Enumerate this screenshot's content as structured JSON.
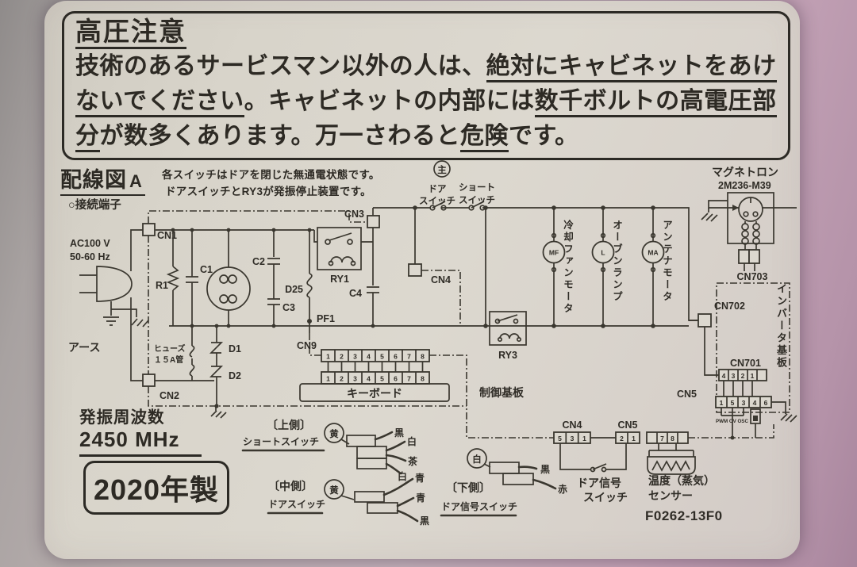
{
  "warning": {
    "title": "高圧注意",
    "l1a": "技術のあるサービスマン以外の人は、",
    "l1b": "絶対にキャビネットをあけ",
    "l2a": "ないでください",
    "l2b": "。キャビネットの内部には",
    "l2c": "数千ボルトの高電圧部",
    "l3a": "分",
    "l3b": "が数多くあります。万一さわると",
    "l3c": "危険",
    "l3d": "です。"
  },
  "header": {
    "title": "配線図",
    "title_suffix": "A",
    "note1": "各スイッチはドアを閉じた無通電状態です。",
    "note2": "ドアスイッチとRY3が発振停止装置です。",
    "legend": "○接続端子"
  },
  "left": {
    "ac1": "AC100 V",
    "ac2": "50-60 Hz",
    "earth": "アース",
    "cn1": "CN1",
    "cn2": "CN2",
    "r1": "R1",
    "c1": "C1",
    "c2": "C2",
    "c3": "C3",
    "d25": "D25",
    "d1": "D1",
    "d2": "D2",
    "fuse1": "ヒューズ",
    "fuse2": "１５А管"
  },
  "mid": {
    "cn3": "CN3",
    "cn4": "CN4",
    "cn9": "CN9",
    "ry1": "RY1",
    "ry3": "RY3",
    "c4": "C4",
    "pf1": "PF1",
    "keyboard": "キーボード",
    "board": "制御基板",
    "mark": "主",
    "door1": "ドア",
    "door2": "スイッチ",
    "short1": "ショート",
    "short2": "スイッチ"
  },
  "kb": {
    "pins": [
      "1",
      "2",
      "3",
      "4",
      "5",
      "6",
      "7",
      "8"
    ]
  },
  "motors": {
    "mf": "MF",
    "l": "L",
    "ma": "MA",
    "fan": "冷却ファンモータ",
    "lamp": "オーブンランプ",
    "antenna": "アンテナモータ"
  },
  "right": {
    "name": "マグネトロン",
    "model": "2M236-M39",
    "cn703": "CN703",
    "cn702": "CN702",
    "cn701": "CN701",
    "cn5": "CN5",
    "board": "インバータ基板",
    "pwm": "PWM OV OSC",
    "cn701_pins": [
      "4",
      "3",
      "2",
      "1"
    ],
    "cn5_pins": [
      "1",
      "5",
      "3",
      "4",
      "6"
    ]
  },
  "freq": {
    "label": "発振周波数",
    "value": "2450 MHz"
  },
  "year": "2020年製",
  "sw": {
    "upper": {
      "pos": "〔上側〕",
      "name": "ショートスイッチ",
      "tag": "黄",
      "w": [
        "黒",
        "白",
        "茶",
        "白"
      ]
    },
    "middle": {
      "pos": "〔中側〕",
      "name": "ドアスイッチ",
      "tag": "黄",
      "w": [
        "青",
        "青",
        "黒"
      ]
    },
    "lower": {
      "pos": "〔下側〕",
      "name": "ドア信号スイッチ",
      "tag": "白",
      "w": [
        "黒",
        "赤"
      ]
    }
  },
  "ds": {
    "cn4": "CN4",
    "cn5": "CN5",
    "cn4_pins": [
      "5",
      "3",
      "1"
    ],
    "cn5_pins": [
      "2",
      "1"
    ],
    "l1": "ドア信号",
    "l2": "スイッチ"
  },
  "sensor": {
    "pins": [
      "7",
      "8"
    ],
    "l1": "温度（蒸気）",
    "l2": "センサー",
    "code": "F0262-13F0"
  }
}
